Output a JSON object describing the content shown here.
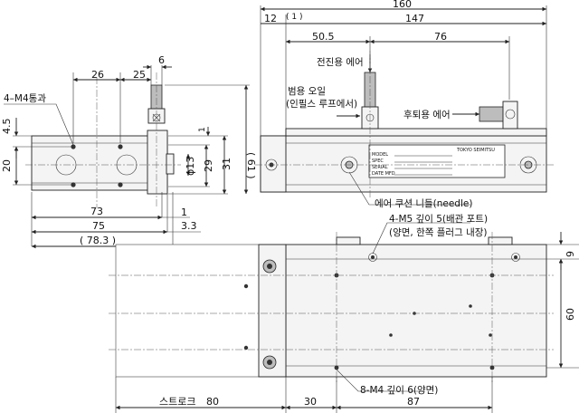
{
  "dimensions": {
    "top_total": "160",
    "top_left": "12",
    "top_paren1": "( 1 )",
    "top_147": "147",
    "d_50_5": "50.5",
    "d_76": "76",
    "d_26": "26",
    "d_25": "25",
    "d_6": "6",
    "d_4_5": "4.5",
    "d_20": "20",
    "d_13": "ϕ13",
    "d_29": "29",
    "d_31": "31",
    "d_61": "( 61 )",
    "d_1_right": "1",
    "d_73": "73",
    "d_1_bottom": "1",
    "d_75": "75",
    "d_3_3": "3.3",
    "d_78_3": "( 78.3 )",
    "d_9": "9",
    "d_60": "60",
    "stroke_label": "스트로크",
    "stroke_value": "80",
    "d_30": "30",
    "d_87": "87"
  },
  "labels": {
    "m4_through": "4–M4통과",
    "advance_air": "전진용 에어",
    "general_oil_1": "범용 오일",
    "general_oil_2": "(인필스 루프에서)",
    "retract_air": "후퇴용 에어",
    "cushion_needle": "에어 쿠션 니들(needle)",
    "m5_1": "4-M5 깊이 5(배관 포트)",
    "m5_2": "(양면, 한쪽 플러그 내장)",
    "m4_depth": "8-M4 깊이 6(양면)"
  },
  "nameplate": {
    "brand": "TOKYO SEIMITSU",
    "line1": "MODEL",
    "line2": "SPEC",
    "line3": "SERIAL",
    "line4": "DATE MFD"
  }
}
